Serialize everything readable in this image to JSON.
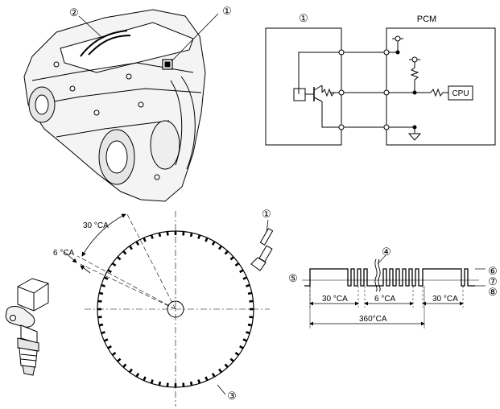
{
  "callouts": {
    "c1": "①",
    "c2": "②",
    "c3": "③",
    "c4": "④",
    "c5": "⑤",
    "c6": "⑥",
    "c7": "⑦",
    "c8": "⑧"
  },
  "circuit": {
    "sensor_label": "①",
    "pcm_label": "PCM",
    "cpu_label": "CPU"
  },
  "wheel": {
    "angle_30": "30 °CA",
    "angle_6": "6 °CA"
  },
  "waveform": {
    "seg1": "30 °CA",
    "seg2": "6 °CA",
    "seg3": "30 °CA",
    "total": "360°CA"
  },
  "colors": {
    "line": "#000000",
    "fill": "#ffffff",
    "engine_shade": "#d9d9d9"
  },
  "icons": [
    "transaxle-assembly-illustration",
    "crankshaft-position-sensor-icon",
    "pulse-wheel",
    "ground-icon",
    "vref-supply-icon",
    "resistor-icon"
  ]
}
